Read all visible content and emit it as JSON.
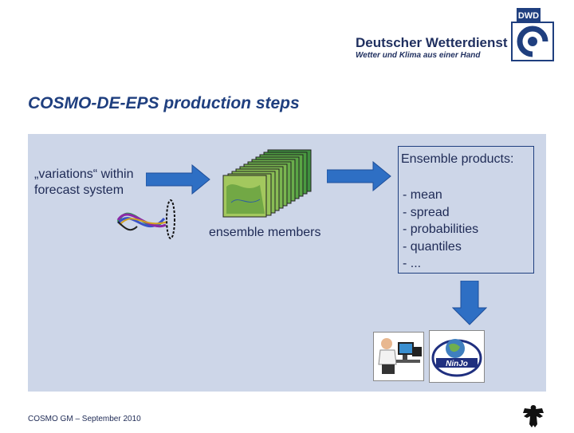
{
  "header": {
    "logo_badge": "DWD",
    "logo_name": "Deutscher Wetterdienst",
    "logo_slogan": "Wetter und Klima aus einer Hand"
  },
  "slide": {
    "title": "COSMO-DE-EPS production steps",
    "variations_line1": "„variations“ within",
    "variations_line2": "forecast system",
    "ensemble_members_label": "ensemble members",
    "products_title": "Ensemble products:",
    "products": [
      "- mean",
      "- spread",
      "- probabilities",
      "- quantiles",
      "- ..."
    ],
    "ninjo_logo_text": "NinJo"
  },
  "footer": {
    "text": "COSMO GM – September 2010"
  },
  "colors": {
    "panel": "#cdd6e8",
    "arrow": "#2e6fc4",
    "title": "#1f3f7f",
    "brand_navy": "#1f2f5f"
  },
  "icons": [
    "dwd-logo-icon",
    "right-arrow-icon",
    "down-arrow-icon",
    "ensemble-maps-icon",
    "perturbation-curves-icon",
    "forecaster-workstation-icon",
    "ninjo-globe-icon",
    "federal-eagle-icon"
  ]
}
